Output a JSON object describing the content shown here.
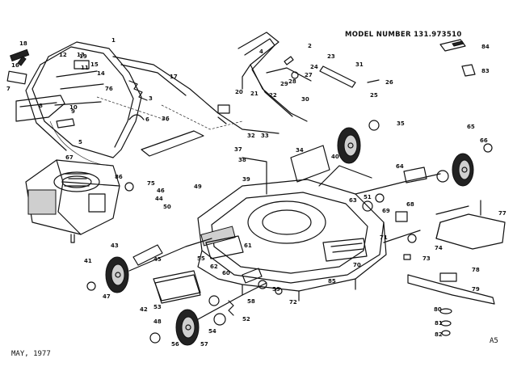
{
  "header": {
    "model_label": "MODEL NUMBER 131.973510"
  },
  "footer": {
    "date": "MAY, 1977",
    "page_code": "A5"
  },
  "callouts": [
    {
      "name": "1",
      "label": "1"
    },
    {
      "name": "2",
      "label": "2"
    },
    {
      "name": "3",
      "label": "3"
    },
    {
      "name": "4",
      "label": "4"
    },
    {
      "name": "5",
      "label": "5"
    },
    {
      "name": "6",
      "label": "6"
    },
    {
      "name": "7",
      "label": "7"
    },
    {
      "name": "8",
      "label": "8"
    },
    {
      "name": "9",
      "label": "9"
    },
    {
      "name": "10",
      "label": "10"
    },
    {
      "name": "11",
      "label": "11"
    },
    {
      "name": "12",
      "label": "12"
    },
    {
      "name": "13",
      "label": "13"
    },
    {
      "name": "14",
      "label": "14"
    },
    {
      "name": "15",
      "label": "15"
    },
    {
      "name": "16",
      "label": "16"
    },
    {
      "name": "17",
      "label": "17"
    },
    {
      "name": "18",
      "label": "18"
    },
    {
      "name": "19",
      "label": "19"
    },
    {
      "name": "20",
      "label": "20"
    },
    {
      "name": "21",
      "label": "21"
    },
    {
      "name": "22",
      "label": "22"
    },
    {
      "name": "23",
      "label": "23"
    },
    {
      "name": "24",
      "label": "24"
    },
    {
      "name": "25",
      "label": "25"
    },
    {
      "name": "26",
      "label": "26"
    },
    {
      "name": "27",
      "label": "27"
    },
    {
      "name": "28",
      "label": "28"
    },
    {
      "name": "29",
      "label": "29"
    },
    {
      "name": "30",
      "label": "30"
    },
    {
      "name": "31",
      "label": "31"
    },
    {
      "name": "32",
      "label": "32"
    },
    {
      "name": "33",
      "label": "33"
    },
    {
      "name": "34",
      "label": "34"
    },
    {
      "name": "35",
      "label": "35"
    },
    {
      "name": "36",
      "label": "36"
    },
    {
      "name": "37",
      "label": "37"
    },
    {
      "name": "38",
      "label": "38"
    },
    {
      "name": "39",
      "label": "39"
    },
    {
      "name": "40",
      "label": "40"
    },
    {
      "name": "41",
      "label": "41"
    },
    {
      "name": "42",
      "label": "42"
    },
    {
      "name": "43",
      "label": "43"
    },
    {
      "name": "44",
      "label": "44"
    },
    {
      "name": "45",
      "label": "45"
    },
    {
      "name": "46",
      "label": "46"
    },
    {
      "name": "47",
      "label": "47"
    },
    {
      "name": "48",
      "label": "48"
    },
    {
      "name": "49",
      "label": "49"
    },
    {
      "name": "50",
      "label": "50"
    },
    {
      "name": "51",
      "label": "51"
    },
    {
      "name": "52",
      "label": "52"
    },
    {
      "name": "53",
      "label": "53"
    },
    {
      "name": "54",
      "label": "54"
    },
    {
      "name": "55",
      "label": "55"
    },
    {
      "name": "56",
      "label": "56"
    },
    {
      "name": "57",
      "label": "57"
    },
    {
      "name": "58",
      "label": "58"
    },
    {
      "name": "59",
      "label": "59"
    },
    {
      "name": "60",
      "label": "60"
    },
    {
      "name": "61",
      "label": "61"
    },
    {
      "name": "62",
      "label": "62"
    },
    {
      "name": "63",
      "label": "63"
    },
    {
      "name": "64",
      "label": "64"
    },
    {
      "name": "65",
      "label": "65"
    },
    {
      "name": "66",
      "label": "66"
    },
    {
      "name": "67",
      "label": "67"
    },
    {
      "name": "68",
      "label": "68"
    },
    {
      "name": "69",
      "label": "69"
    },
    {
      "name": "70",
      "label": "70"
    },
    {
      "name": "71",
      "label": "71"
    },
    {
      "name": "72",
      "label": "72"
    },
    {
      "name": "73",
      "label": "73"
    },
    {
      "name": "74",
      "label": "74"
    },
    {
      "name": "75",
      "label": "75"
    },
    {
      "name": "76",
      "label": "76"
    },
    {
      "name": "77",
      "label": "77"
    },
    {
      "name": "78",
      "label": "78"
    },
    {
      "name": "79",
      "label": "79"
    },
    {
      "name": "80",
      "label": "80"
    },
    {
      "name": "81",
      "label": "81"
    },
    {
      "name": "82",
      "label": "82"
    },
    {
      "name": "83",
      "label": "83"
    },
    {
      "name": "84",
      "label": "84"
    },
    {
      "name": "85",
      "label": "85"
    },
    {
      "name": "86",
      "label": "86"
    }
  ]
}
